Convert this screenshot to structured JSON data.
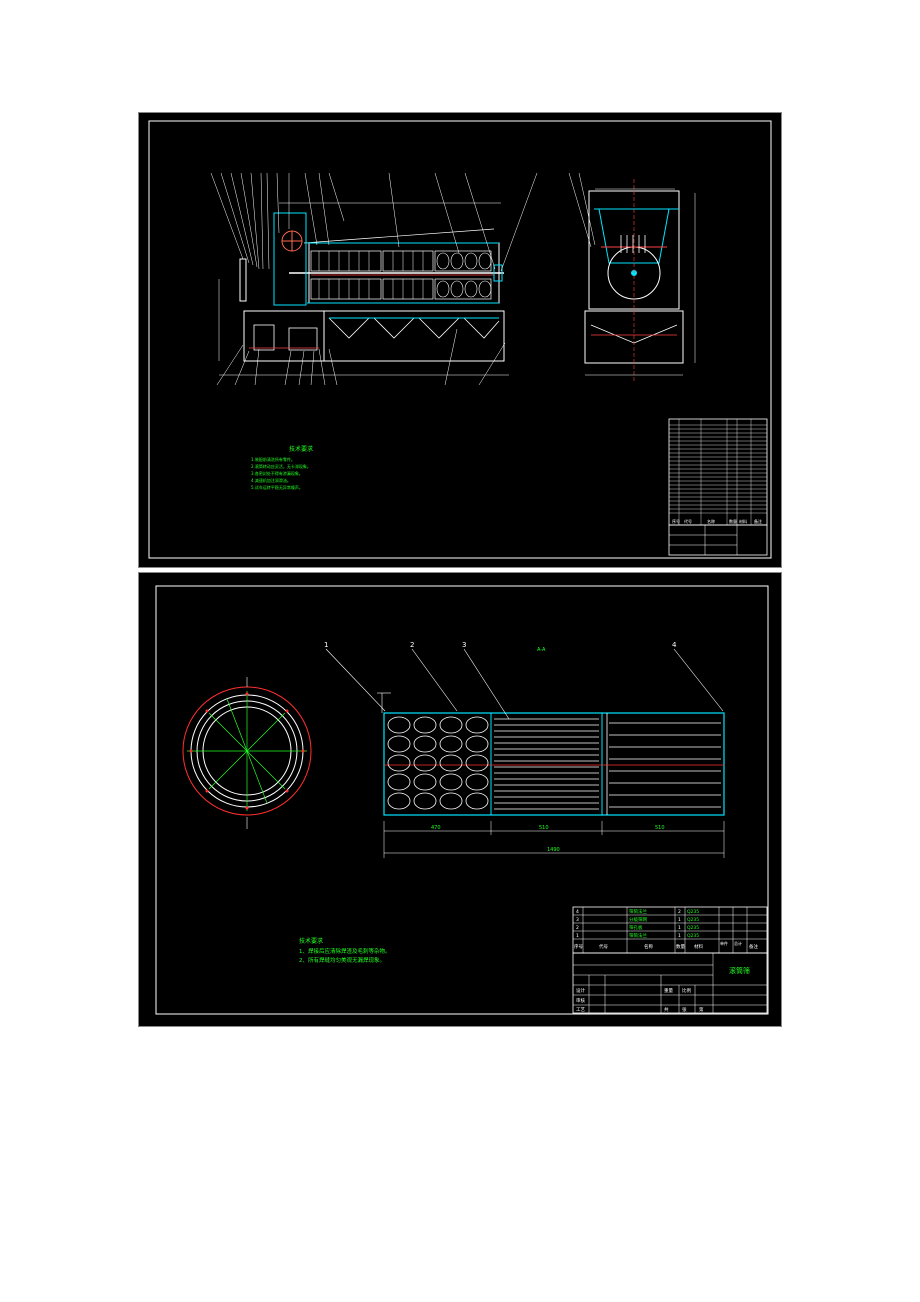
{
  "sheet1": {
    "notes_title": "技术要求",
    "notes": [
      "1.装配前清洗所有零件。",
      "2.滚筒转动应灵活，无卡滞现象。",
      "3.各密封处不得有渗漏现象。",
      "4.减速机加注润滑油。",
      "5.试车运转平稳无异常噪声。"
    ],
    "bom_headers": [
      "序号",
      "代号",
      "名称",
      "数量",
      "材料",
      "备注"
    ]
  },
  "sheet2": {
    "notes_title": "技术要求",
    "notes": [
      "1、焊接后应清除焊渣及毛刺等杂物。",
      "2、所有焊缝均匀美观无漏焊现象。"
    ],
    "callouts": [
      "1",
      "2",
      "3",
      "4"
    ],
    "section_label": "A-A",
    "dimensions": [
      "470",
      "510",
      "510",
      "1490"
    ],
    "bom_rows": [
      {
        "no": "4",
        "name": "筛筒法兰",
        "qty": "2",
        "mat": "Q235"
      },
      {
        "no": "3",
        "name": "分级筛网",
        "qty": "1",
        "mat": "Q235"
      },
      {
        "no": "2",
        "name": "筛孔板",
        "qty": "1",
        "mat": "Q235"
      },
      {
        "no": "1",
        "name": "筛筒法兰",
        "qty": "1",
        "mat": "Q235"
      }
    ],
    "bom_headers": [
      "序号",
      "代号",
      "名称",
      "数量",
      "材料",
      "单件",
      "总计",
      "备注"
    ],
    "title_block_name": "滚筒筛",
    "title_block_labels": [
      "设计",
      "审核",
      "工艺",
      "比例",
      "重量",
      "共",
      "张",
      "第"
    ]
  }
}
